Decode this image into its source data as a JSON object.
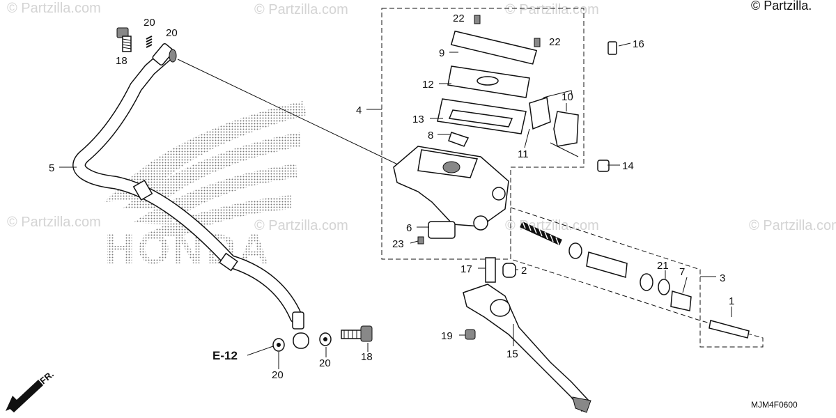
{
  "watermark": "© Partzilla.com",
  "corner_copyright": "© Partzilla.",
  "brand_text": "HONDA",
  "reference_label": "E-12",
  "direction_label": "FR.",
  "diagram_code": "MJM4F0600",
  "callouts": {
    "c1": "1",
    "c2": "2",
    "c3": "3",
    "c4": "4",
    "c5": "5",
    "c6": "6",
    "c7": "7",
    "c8": "8",
    "c9": "9",
    "c10": "10",
    "c11": "11",
    "c12": "12",
    "c13": "13",
    "c14": "14",
    "c15": "15",
    "c16": "16",
    "c17": "17",
    "c18a": "18",
    "c18b": "18",
    "c19": "19",
    "c20a": "20",
    "c20b": "20",
    "c20c": "20",
    "c20d": "20",
    "c21": "21",
    "c22a": "22",
    "c22b": "22",
    "c23": "23"
  }
}
